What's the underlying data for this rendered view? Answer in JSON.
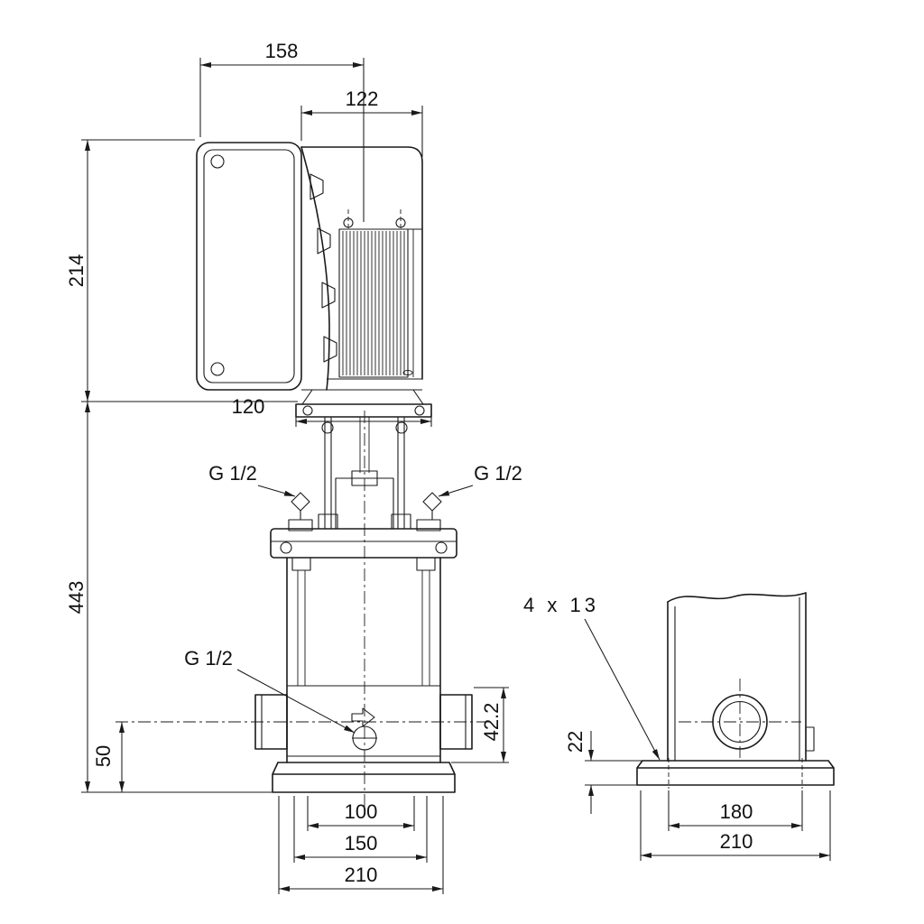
{
  "drawing": {
    "type": "pump-dimensional-drawing",
    "colors": {
      "line": "#1a1a1a",
      "background": "#ffffff"
    }
  },
  "front_view": {
    "dims": {
      "width_top": "158",
      "motor_width": "122",
      "motor_height": "214",
      "flange_width": "120",
      "pump_height": "443",
      "port_left": "G 1/2",
      "port_right": "G 1/2",
      "drain_port": "G 1/2",
      "port_height_right": "42.2",
      "port_height_left": "50",
      "base_inner_width": "100",
      "base_mid_width": "150",
      "base_width": "210"
    }
  },
  "side_view": {
    "dims": {
      "bolt_holes": "4 x 13",
      "base_height": "22",
      "bolt_spacing": "180",
      "base_width": "210"
    }
  }
}
